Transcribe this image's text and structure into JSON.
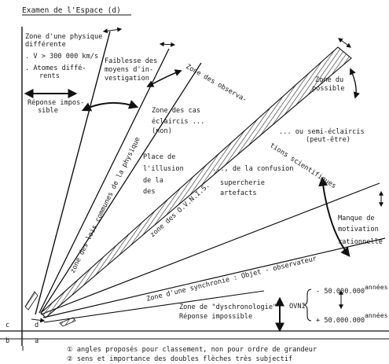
{
  "title": "Examen de l'Espace (d)",
  "zones": {
    "physique_line1": "Zone d'une physique",
    "physique_line2": "différente",
    "physique_line3": ". V > 300 000 km/s",
    "physique_line4": ". Atomes diffé-",
    "physique_line5": "rents",
    "reponse1_line1": "Réponse impos-",
    "reponse1_line2": "sible",
    "faiblesse_line1": "Faiblesse des",
    "faiblesse_line2": "moyens d'in-",
    "faiblesse_line3": "vestigation",
    "observations_a": "Zone des observa-",
    "observations_b": "tions scientifiques",
    "possible_line1": "Zone du",
    "possible_line2": "possible",
    "cas_line1": "Zone des cas",
    "cas_line2": "éclaircis ...",
    "cas_line3": "(non)",
    "semi_line1": "... ou semi-éclaircis",
    "semi_line2": "(peut-être)",
    "illusion_line1": "Place de",
    "illusion_line2": "l'illusion",
    "illusion_line3": "de la",
    "illusion_line4": "des",
    "confusion": "..., de la confusion",
    "supercherie": "supercherie",
    "artefacts": "artefacts",
    "ovnis_band": "zone des O.V.N.I.S.",
    "lois": "zone des lois communes de la physique",
    "manque_line1": "Manque de",
    "manque_line2": "motivation",
    "manque_line3": "rationnelle",
    "synchronie": "Zone d'une synchronie : Objet - observateur",
    "dyschrono_line1": "Zone de \"dyschronologie\"",
    "dyschrono_line2": "Réponse impossible",
    "ovni": "OVNI",
    "range_neg": "- 50.000.000",
    "range_pos": "+ 50.000.000",
    "unit": "années"
  },
  "axes": {
    "c": "c",
    "d": "d",
    "b": "b",
    "a": "a"
  },
  "notes": {
    "n1": "① angles proposés pour classement, non pour ordre de grandeur",
    "n2": "② sens et importance des doubles flèches très subjectif"
  }
}
